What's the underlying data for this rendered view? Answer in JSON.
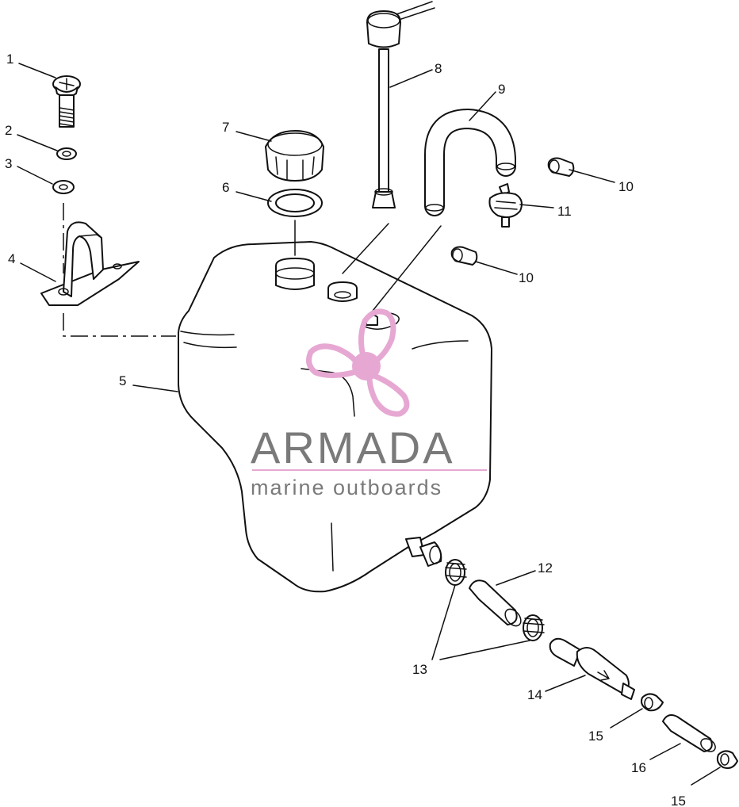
{
  "diagram": {
    "callouts": [
      "1",
      "2",
      "3",
      "4",
      "5",
      "6",
      "7",
      "8",
      "9",
      "10",
      "10",
      "11",
      "12",
      "13",
      "14",
      "15",
      "16",
      "15"
    ]
  },
  "watermark": {
    "brand": "ARMADA",
    "tagline": "marine outboards",
    "logo_color": "#e6a8d2",
    "text_color": "#7a7a7a"
  }
}
